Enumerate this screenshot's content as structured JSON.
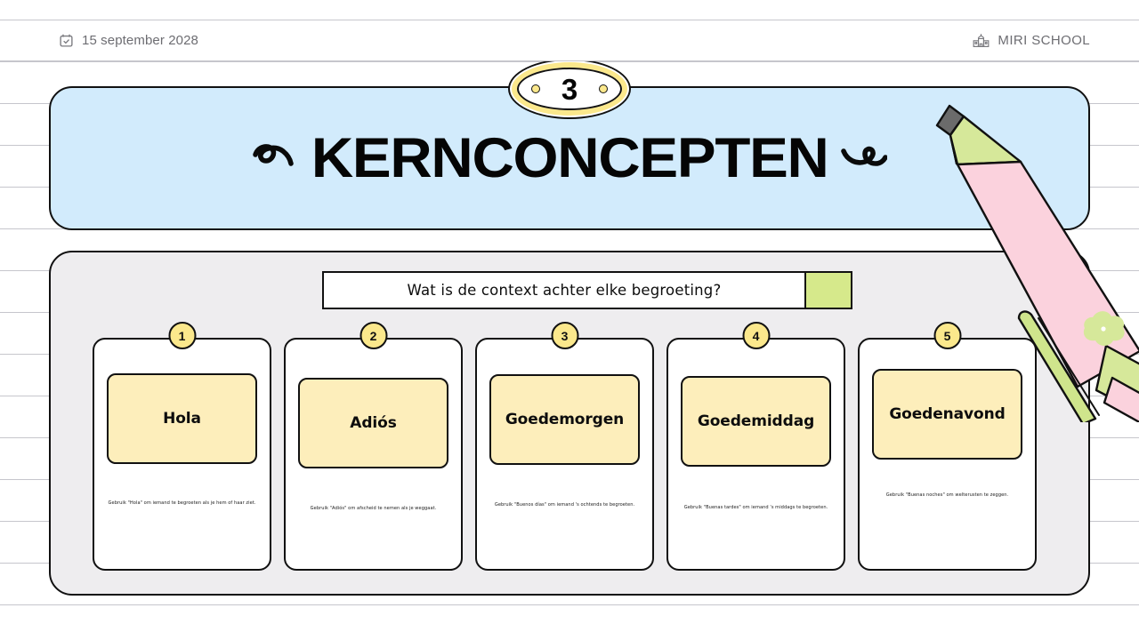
{
  "header": {
    "date": "15 september 2028",
    "date_icon": "calendar-check-icon",
    "school": "MIRI SCHOOL",
    "school_icon": "school-building-icon"
  },
  "banner": {
    "step_number": "3",
    "title": "KERNCONCEPTEN",
    "left_flourish_icon": "swirl-flourish-left-icon",
    "right_flourish_icon": "swirl-flourish-right-icon",
    "background_color": "#d2ebfc",
    "badge_accent_color": "#fbe88c"
  },
  "question": {
    "text": "Wat is de context achter elke begroeting?",
    "accent_color": "#d6e98b"
  },
  "cards": [
    {
      "number": "1",
      "term": "Hola",
      "description": "Gebruik \"Hola\" om iemand te begroeten als je hem of haar ziet."
    },
    {
      "number": "2",
      "term": "Adiós",
      "description": "Gebruik \"Adiós\" om afscheid te nemen als je weggaat."
    },
    {
      "number": "3",
      "term": "Goedemorgen",
      "description": "Gebruik \"Buenos días\" om iemand 's ochtends te begroeten."
    },
    {
      "number": "4",
      "term": "Goedemiddag",
      "description": "Gebruik \"Buenas tardes\" om iemand 's middags te begroeten."
    },
    {
      "number": "5",
      "term": "Goedenavond",
      "description": "Gebruik \"Buenas noches\" om welterusten te zeggen."
    }
  ],
  "decoration": {
    "highlighter_icon": "highlighter-pen-icon",
    "barrel_color": "#fbd2dd",
    "cap_color": "#d6e89a",
    "tip_color": "#6b6b6b"
  }
}
